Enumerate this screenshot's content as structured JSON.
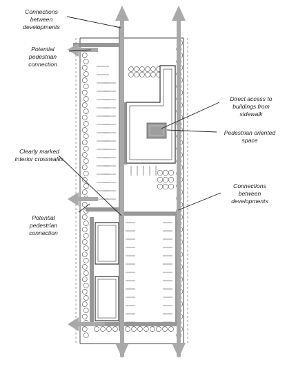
{
  "labels": {
    "connections_top_l1": "Connections",
    "connections_top_l2": "between",
    "connections_top_l3": "developments",
    "potential_top_l1": "Potential",
    "potential_top_l2": "pedestrian",
    "potential_top_l3": "connection",
    "direct_l1": "Direct access to",
    "direct_l2": "buildings from",
    "direct_l3": "sidewalk",
    "ped_space_l1": "Pedestrian oriented",
    "ped_space_l2": "space",
    "crosswalks_l1": "Clearly marked",
    "crosswalks_l2": "interior crosswalks",
    "connections_mid_l1": "Connections",
    "connections_mid_l2": "between",
    "connections_mid_l3": "developments",
    "potential_bot_l1": "Potential",
    "potential_bot_l2": "pedestrian",
    "potential_bot_l3": "connection"
  },
  "colors": {
    "arrow": "#a9a9a9",
    "walkway": "#8c8c8c",
    "line": "#333333",
    "plaza": "#9e9e9e"
  },
  "icons": [
    "up-down-arrow-icon",
    "left-arrow-icon",
    "tree-icon"
  ]
}
